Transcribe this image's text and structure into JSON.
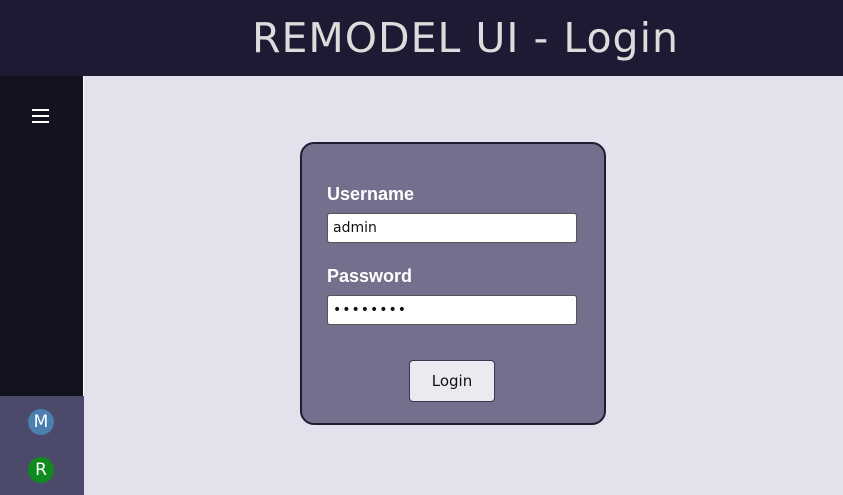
{
  "header": {
    "title": "REMODEL UI - Login"
  },
  "sidebar": {
    "menu_icon": "hamburger-menu-icon",
    "avatars": [
      {
        "initial": "M",
        "color": "#4a7fb0"
      },
      {
        "initial": "R",
        "color": "#0f8a1e"
      }
    ]
  },
  "login_form": {
    "username_label": "Username",
    "username_value": "admin",
    "password_label": "Password",
    "password_value": "••••••••",
    "login_button": "Login"
  },
  "colors": {
    "header_bg": "#1d1b33",
    "sidebar_bg": "#13121f",
    "main_bg": "#e3e1ec",
    "card_bg": "#736f8c"
  }
}
